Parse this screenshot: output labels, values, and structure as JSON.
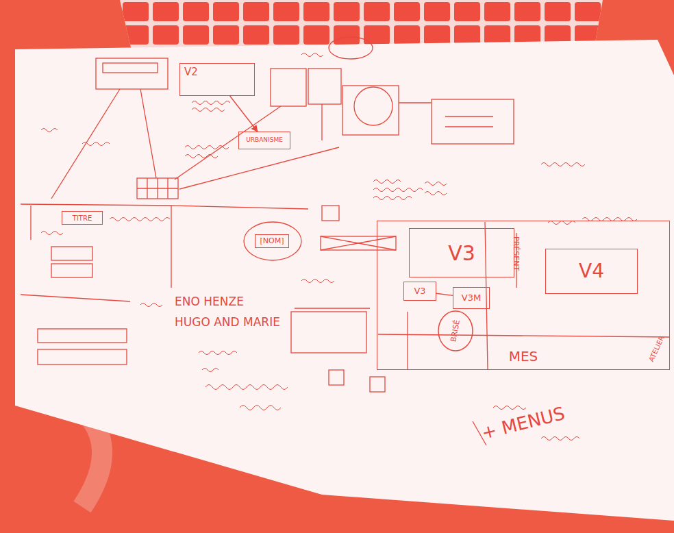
{
  "diagram": {
    "nodes": [
      {
        "text": [
          "V2"
        ]
      },
      {
        "text": [
          "URBANISME"
        ]
      },
      {
        "text": [
          "TITRE"
        ]
      },
      {
        "text": [
          "[NOM]"
        ]
      },
      {
        "text": [
          "MES"
        ]
      },
      {
        "text": [
          "V3"
        ],
        "in": 4
      },
      {
        "text": [
          "V4"
        ],
        "in": 4
      },
      {
        "text": [
          "V3"
        ],
        "in": 4
      },
      {
        "text": [
          "V3M"
        ],
        "in": 4
      },
      {
        "text": [
          "BRISÉ"
        ],
        "in": 4
      }
    ],
    "edges": [
      {
        "from": 0,
        "to": 1,
        "arrow": "to"
      },
      {
        "from": 7,
        "to": 8,
        "arrow": "none"
      }
    ],
    "labels": [
      "PRÉSENT",
      "ENO HENZE",
      "HUGO AND MARIE",
      "+ MENUS",
      "ATELIER"
    ]
  }
}
